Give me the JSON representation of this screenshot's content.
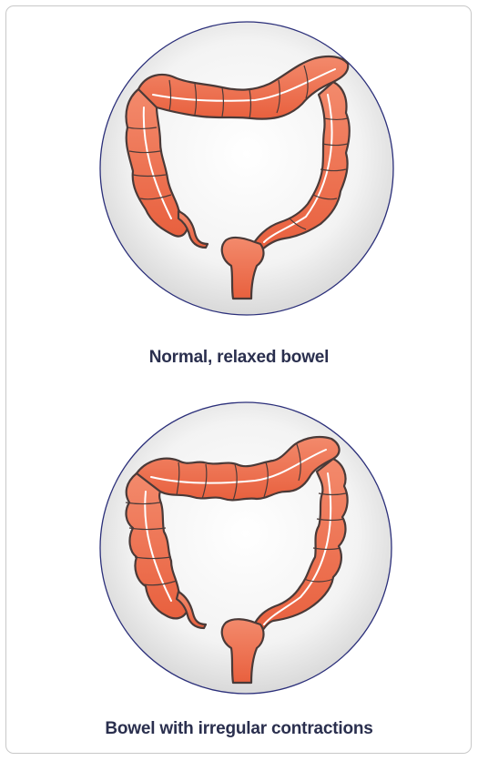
{
  "figure": {
    "panels": [
      {
        "caption": "Normal, relaxed bowel",
        "state": "relaxed"
      },
      {
        "caption": "Bowel with irregular contractions",
        "state": "irregular contractions"
      }
    ]
  },
  "colors": {
    "bowel_fill_light": "#f8b7a0",
    "bowel_fill_dark": "#e8603e",
    "bowel_outline": "#4a3a38",
    "circle_border": "#2b2f7a",
    "circle_fill": "#ececec",
    "caption_text": "#2a2f4e",
    "card_border": "#c8c8c8"
  }
}
